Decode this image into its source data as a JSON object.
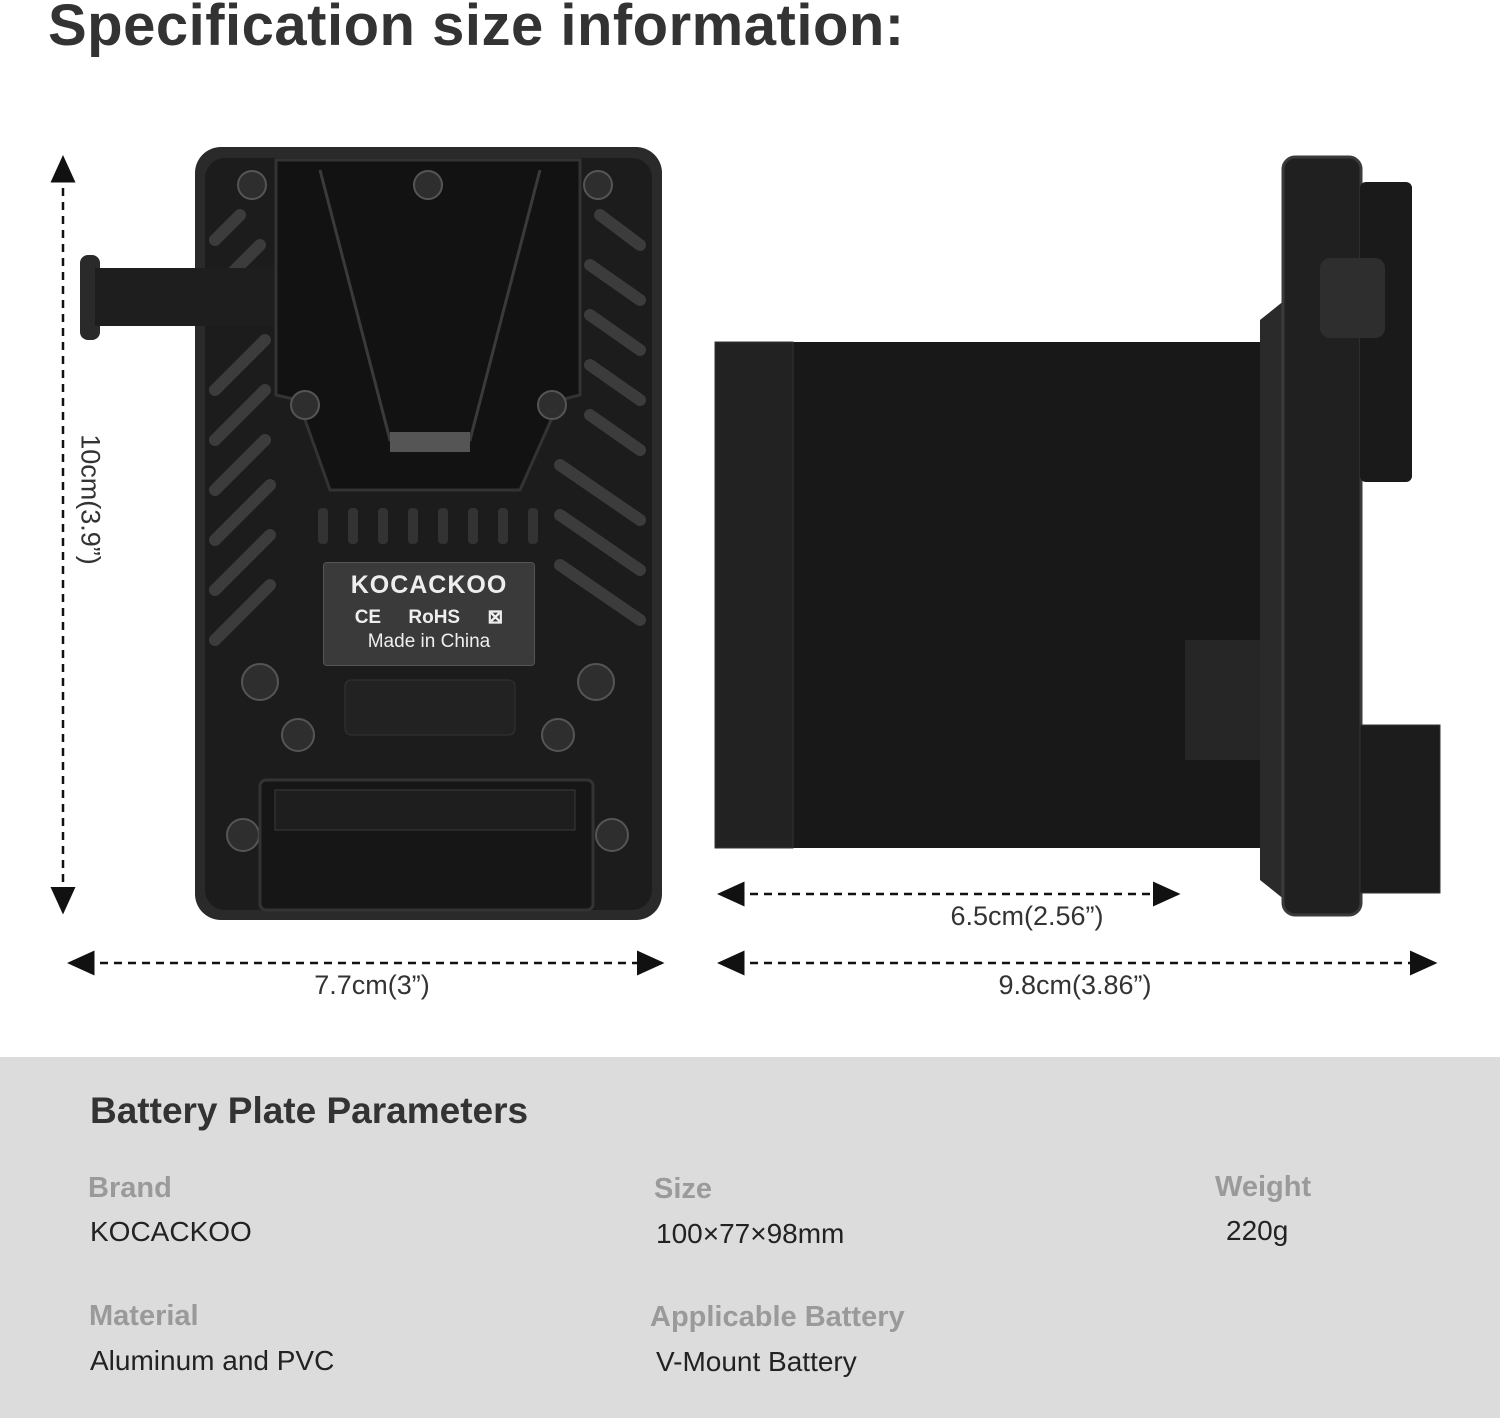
{
  "title": "Specification size information:",
  "product_label": {
    "brand": "KOCACKOO",
    "ce": "CE",
    "rohs": "RoHS",
    "origin": "Made in China"
  },
  "dimensions": {
    "height": "10cm(3.9”)",
    "front_width": "7.7cm(3”)",
    "side_inner_depth": "6.5cm(2.56”)",
    "side_total_depth": "9.8cm(3.86”)"
  },
  "parameters": {
    "heading": "Battery Plate Parameters",
    "items": [
      {
        "label": "Brand",
        "value": "KOCACKOO"
      },
      {
        "label": "Size",
        "value": "100×77×98mm"
      },
      {
        "label": "Weight",
        "value": "220g"
      },
      {
        "label": "Material",
        "value": "Aluminum and PVC"
      },
      {
        "label": "Applicable Battery",
        "value": "V-Mount Battery"
      }
    ]
  }
}
